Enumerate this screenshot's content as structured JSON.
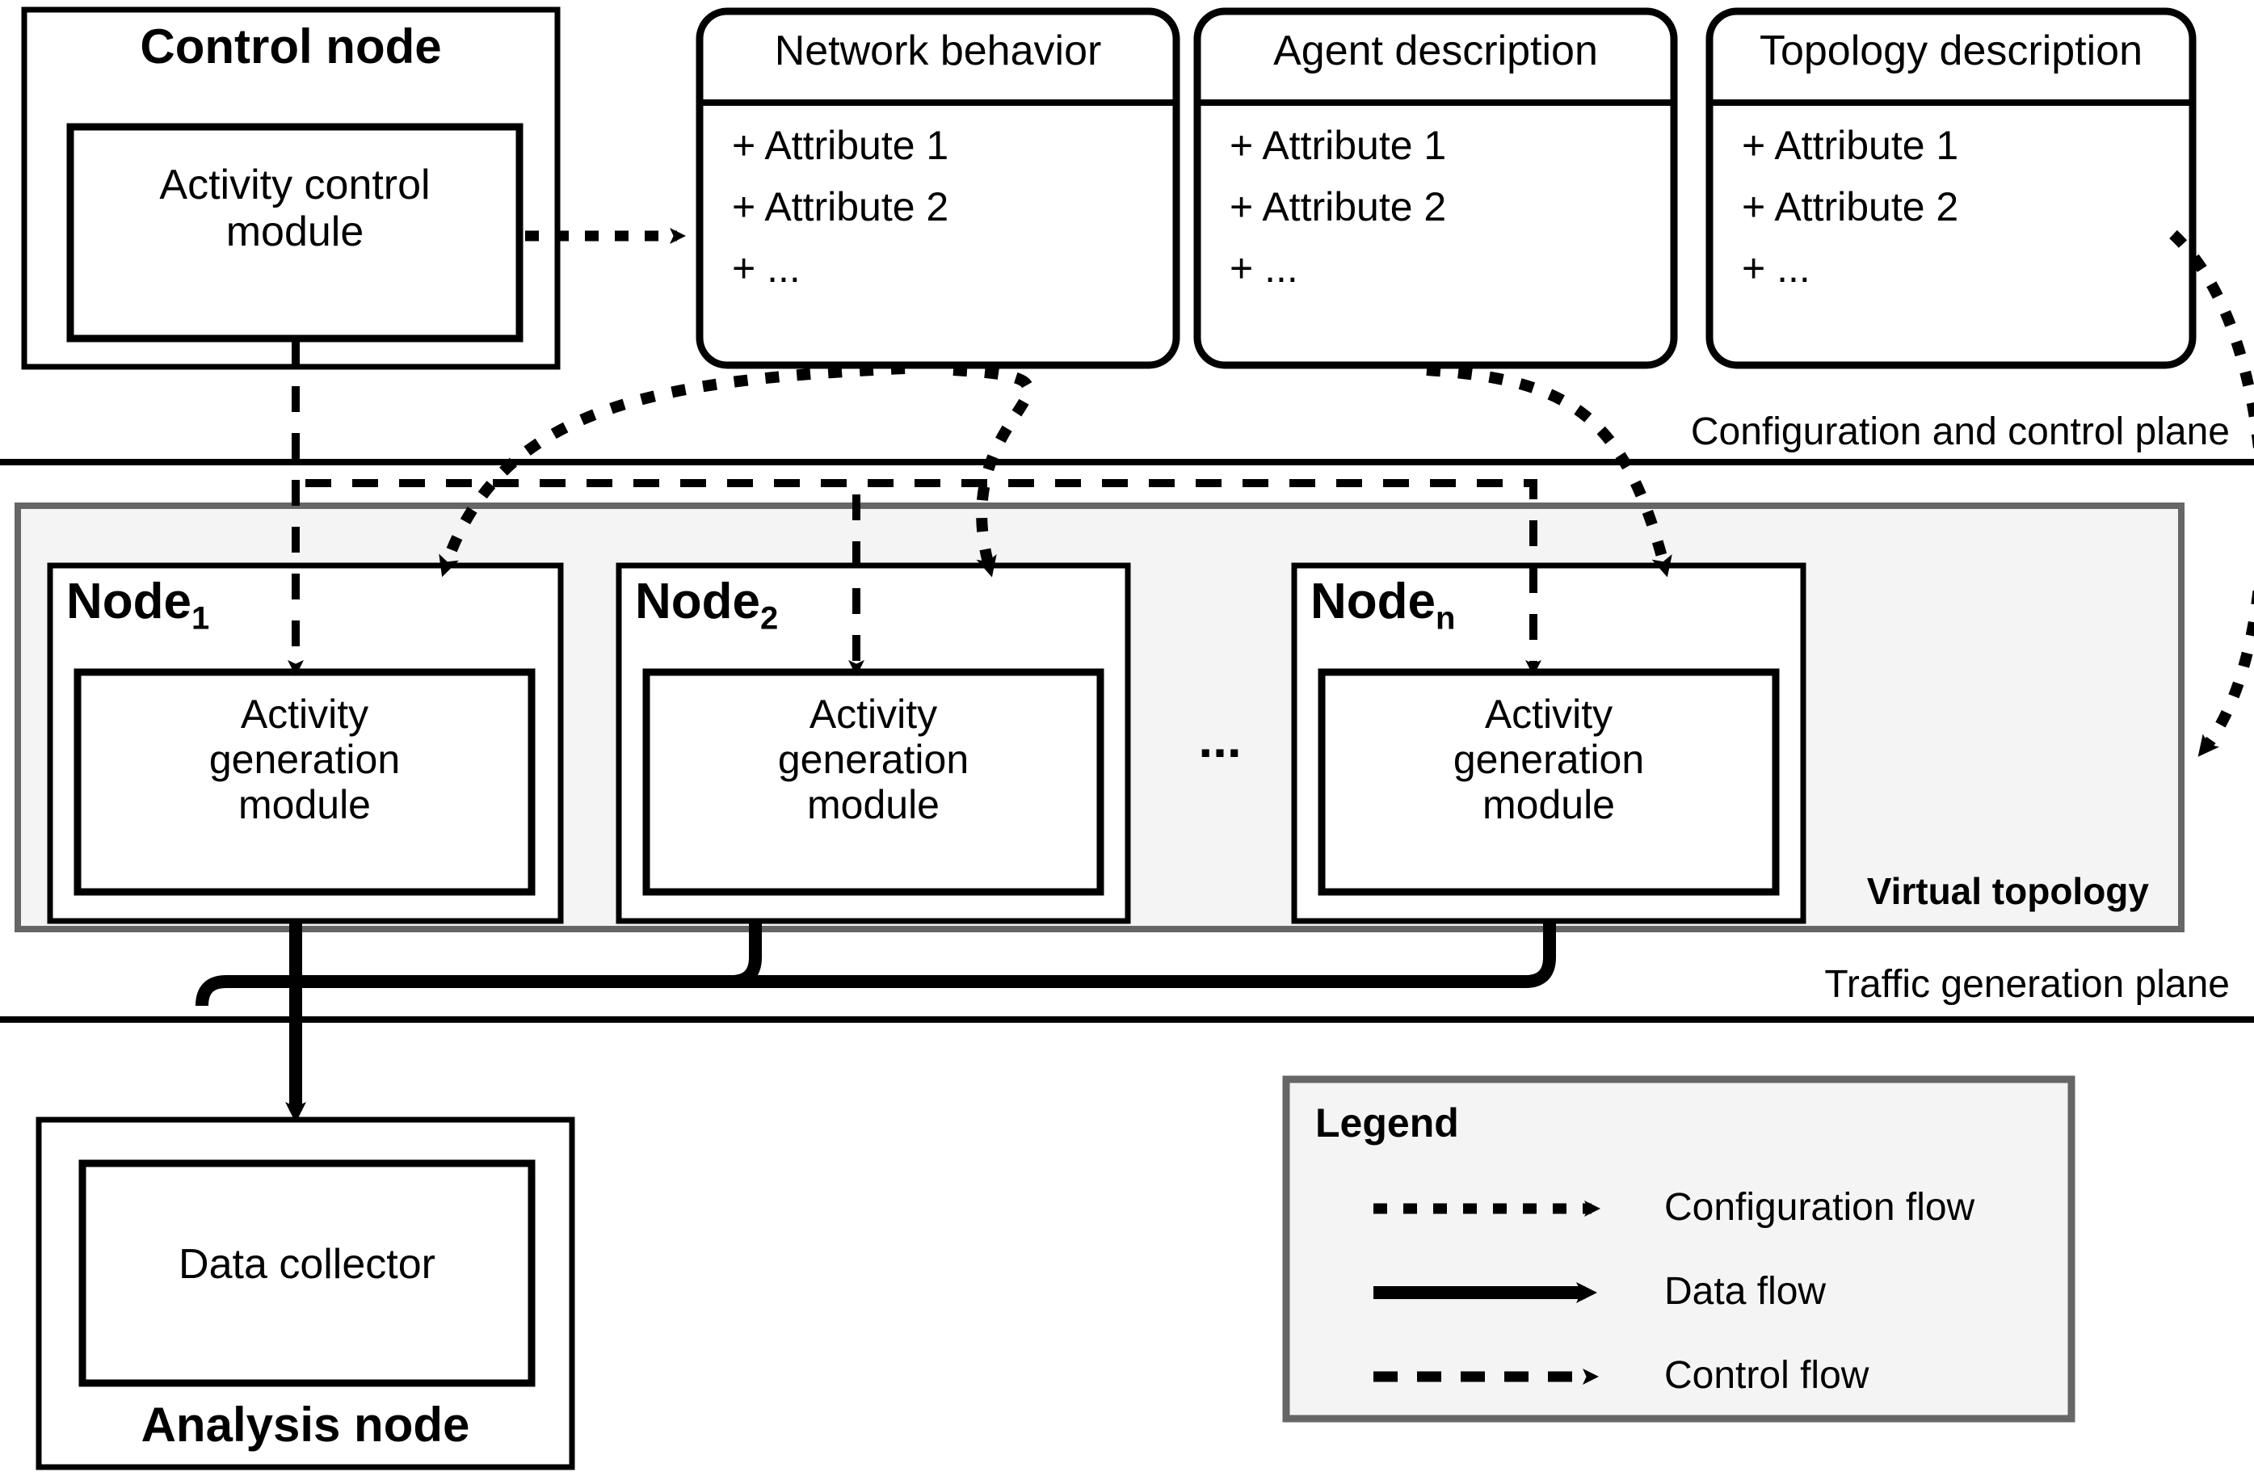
{
  "diagram": {
    "title_nodes": {
      "control_node": "Control node",
      "activity_control_module": "Activity control\nmodule",
      "analysis_node": "Analysis node",
      "data_collector": "Data collector"
    },
    "spec_boxes": [
      {
        "title": "Network behavior",
        "attributes": [
          "+ Attribute 1",
          "+ Attribute 2",
          "+ ..."
        ]
      },
      {
        "title": "Agent description",
        "attributes": [
          "+ Attribute 1",
          "+ Attribute 2",
          "+ ..."
        ]
      },
      {
        "title": "Topology description",
        "attributes": [
          "+ Attribute 1",
          "+ Attribute 2",
          "+ ..."
        ]
      }
    ],
    "planes": {
      "configuration_and_control": "Configuration and control plane",
      "traffic_generation": "Traffic generation plane"
    },
    "virtual_topology": {
      "label": "Virtual topology",
      "ellipsis": "...",
      "nodes": [
        {
          "name": "Node",
          "subscript": "1",
          "module": "Activity\ngeneration\nmodule"
        },
        {
          "name": "Node",
          "subscript": "2",
          "module": "Activity\ngeneration\nmodule"
        },
        {
          "name": "Node",
          "subscript": "n",
          "module": "Activity\ngeneration\nmodule"
        }
      ]
    },
    "legend": {
      "title": "Legend",
      "entries": [
        {
          "style": "dotted",
          "label": "Configuration flow"
        },
        {
          "style": "solid",
          "label": "Data flow"
        },
        {
          "style": "dashed",
          "label": "Control flow"
        }
      ]
    },
    "colors": {
      "stroke": "#000000",
      "panel_fill": "#f4f4f4",
      "panel_border": "#666666",
      "background": "#ffffff"
    }
  }
}
